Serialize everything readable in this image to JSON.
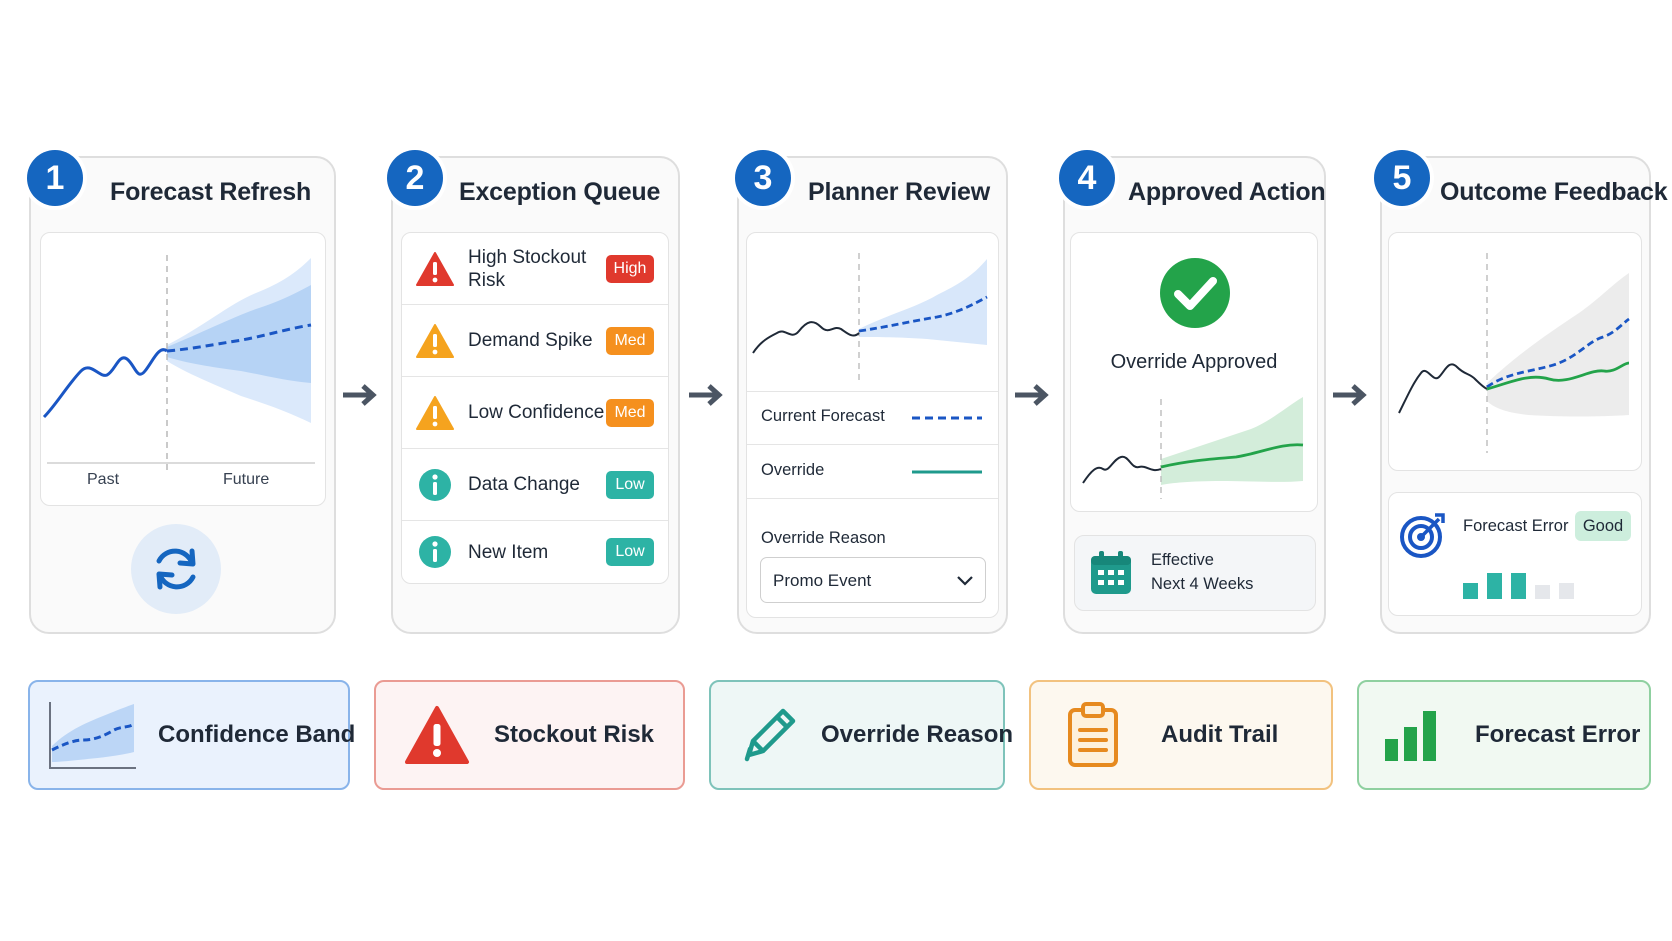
{
  "steps": [
    {
      "number": "1",
      "title": "Forecast Refresh",
      "axis_past": "Past",
      "axis_future": "Future"
    },
    {
      "number": "2",
      "title": "Exception Queue",
      "items": [
        {
          "label": "High Stockout Risk",
          "badge": "High",
          "icon": "warning-red-icon"
        },
        {
          "label": "Demand Spike",
          "badge": "Med",
          "icon": "warning-orange-icon"
        },
        {
          "label": "Low Confidence",
          "badge": "Med",
          "icon": "warning-orange-icon"
        },
        {
          "label": "Data Change",
          "badge": "Low",
          "icon": "info-icon"
        },
        {
          "label": "New Item",
          "badge": "Low",
          "icon": "info-icon"
        }
      ]
    },
    {
      "number": "3",
      "title": "Planner Review",
      "legend_current": "Current Forecast",
      "legend_override": "Override",
      "reason_label": "Override Reason",
      "reason_value": "Promo Event"
    },
    {
      "number": "4",
      "title": "Approved Action",
      "status": "Override Approved",
      "effective_label": "Effective",
      "effective_value": "Next 4 Weeks"
    },
    {
      "number": "5",
      "title": "Outcome Feedback",
      "metric_label": "Forecast Error",
      "metric_badge": "Good"
    }
  ],
  "legend": [
    {
      "label": "Confidence Band",
      "icon": "confidence-band-icon"
    },
    {
      "label": "Stockout Risk",
      "icon": "warning-icon"
    },
    {
      "label": "Override Reason",
      "icon": "pencil-icon"
    },
    {
      "label": "Audit Trail",
      "icon": "clipboard-icon"
    },
    {
      "label": "Forecast Error",
      "icon": "bar-chart-icon"
    }
  ],
  "colors": {
    "primary_blue": "#1566c0",
    "high_red": "#e0392d",
    "med_orange": "#f5901e",
    "low_teal": "#2db3a5",
    "approved_green": "#23a34a",
    "good_badge": "#cdeedd"
  }
}
